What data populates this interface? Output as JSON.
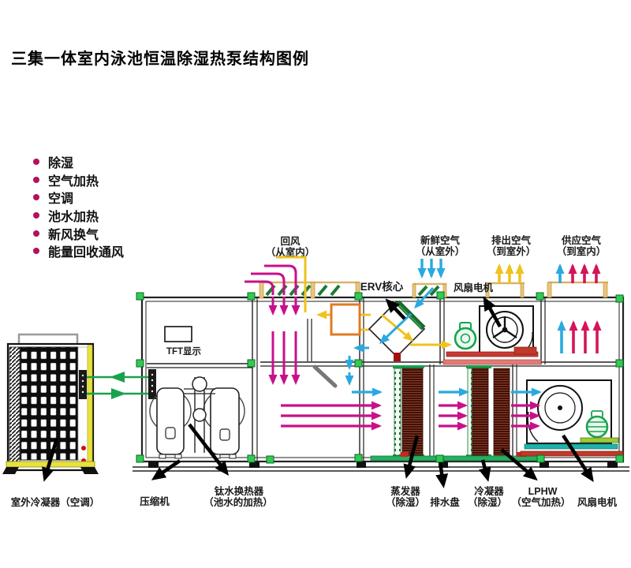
{
  "title": "三集一体室内泳池恒温除湿热泵结构图例",
  "features": [
    "除湿",
    "空气加热",
    "空调",
    "池水加热",
    "新风换气",
    "能量回收通风"
  ],
  "ducts": {
    "return": {
      "l1": "回风",
      "l2": "（从室内）"
    },
    "fresh": {
      "l1": "新鲜空气",
      "l2": "（从室外）"
    },
    "exhaust": {
      "l1": "排出空气",
      "l2": "（到室外）"
    },
    "supply": {
      "l1": "供应空气",
      "l2": "（到室内）"
    }
  },
  "components": {
    "erv_core": "ERV核心",
    "fan_motor_top": "风扇电机",
    "tft": "TFT显示",
    "outdoor_condenser": "室外冷凝器（空调）",
    "compressor": "压缩机",
    "ti_hx_l1": "钛水换热器",
    "ti_hx_l2": "（池水的加热）",
    "evaporator_l1": "蒸发器",
    "evaporator_l2": "（除湿）",
    "drain_pan": "排水盘",
    "condenser_l1": "冷凝器",
    "condenser_l2": "（除湿）",
    "lphw_l1": "LPHW",
    "lphw_l2": "（空气加热）",
    "fan_motor_bottom": "风扇电机"
  },
  "colors": {
    "bullet": "#b5105e",
    "return_air_magenta": "#c90f8b",
    "supply_air_red": "#d4145a",
    "fresh_air_cyan": "#2aa9e0",
    "exhaust_yellow": "#eec31e",
    "pipe_green": "#18a24e",
    "erv_band_green": "#1c6b2f",
    "bypass_orange": "#e07b20",
    "coil_maroon": "#450f06",
    "base_red": "#c0392b"
  }
}
